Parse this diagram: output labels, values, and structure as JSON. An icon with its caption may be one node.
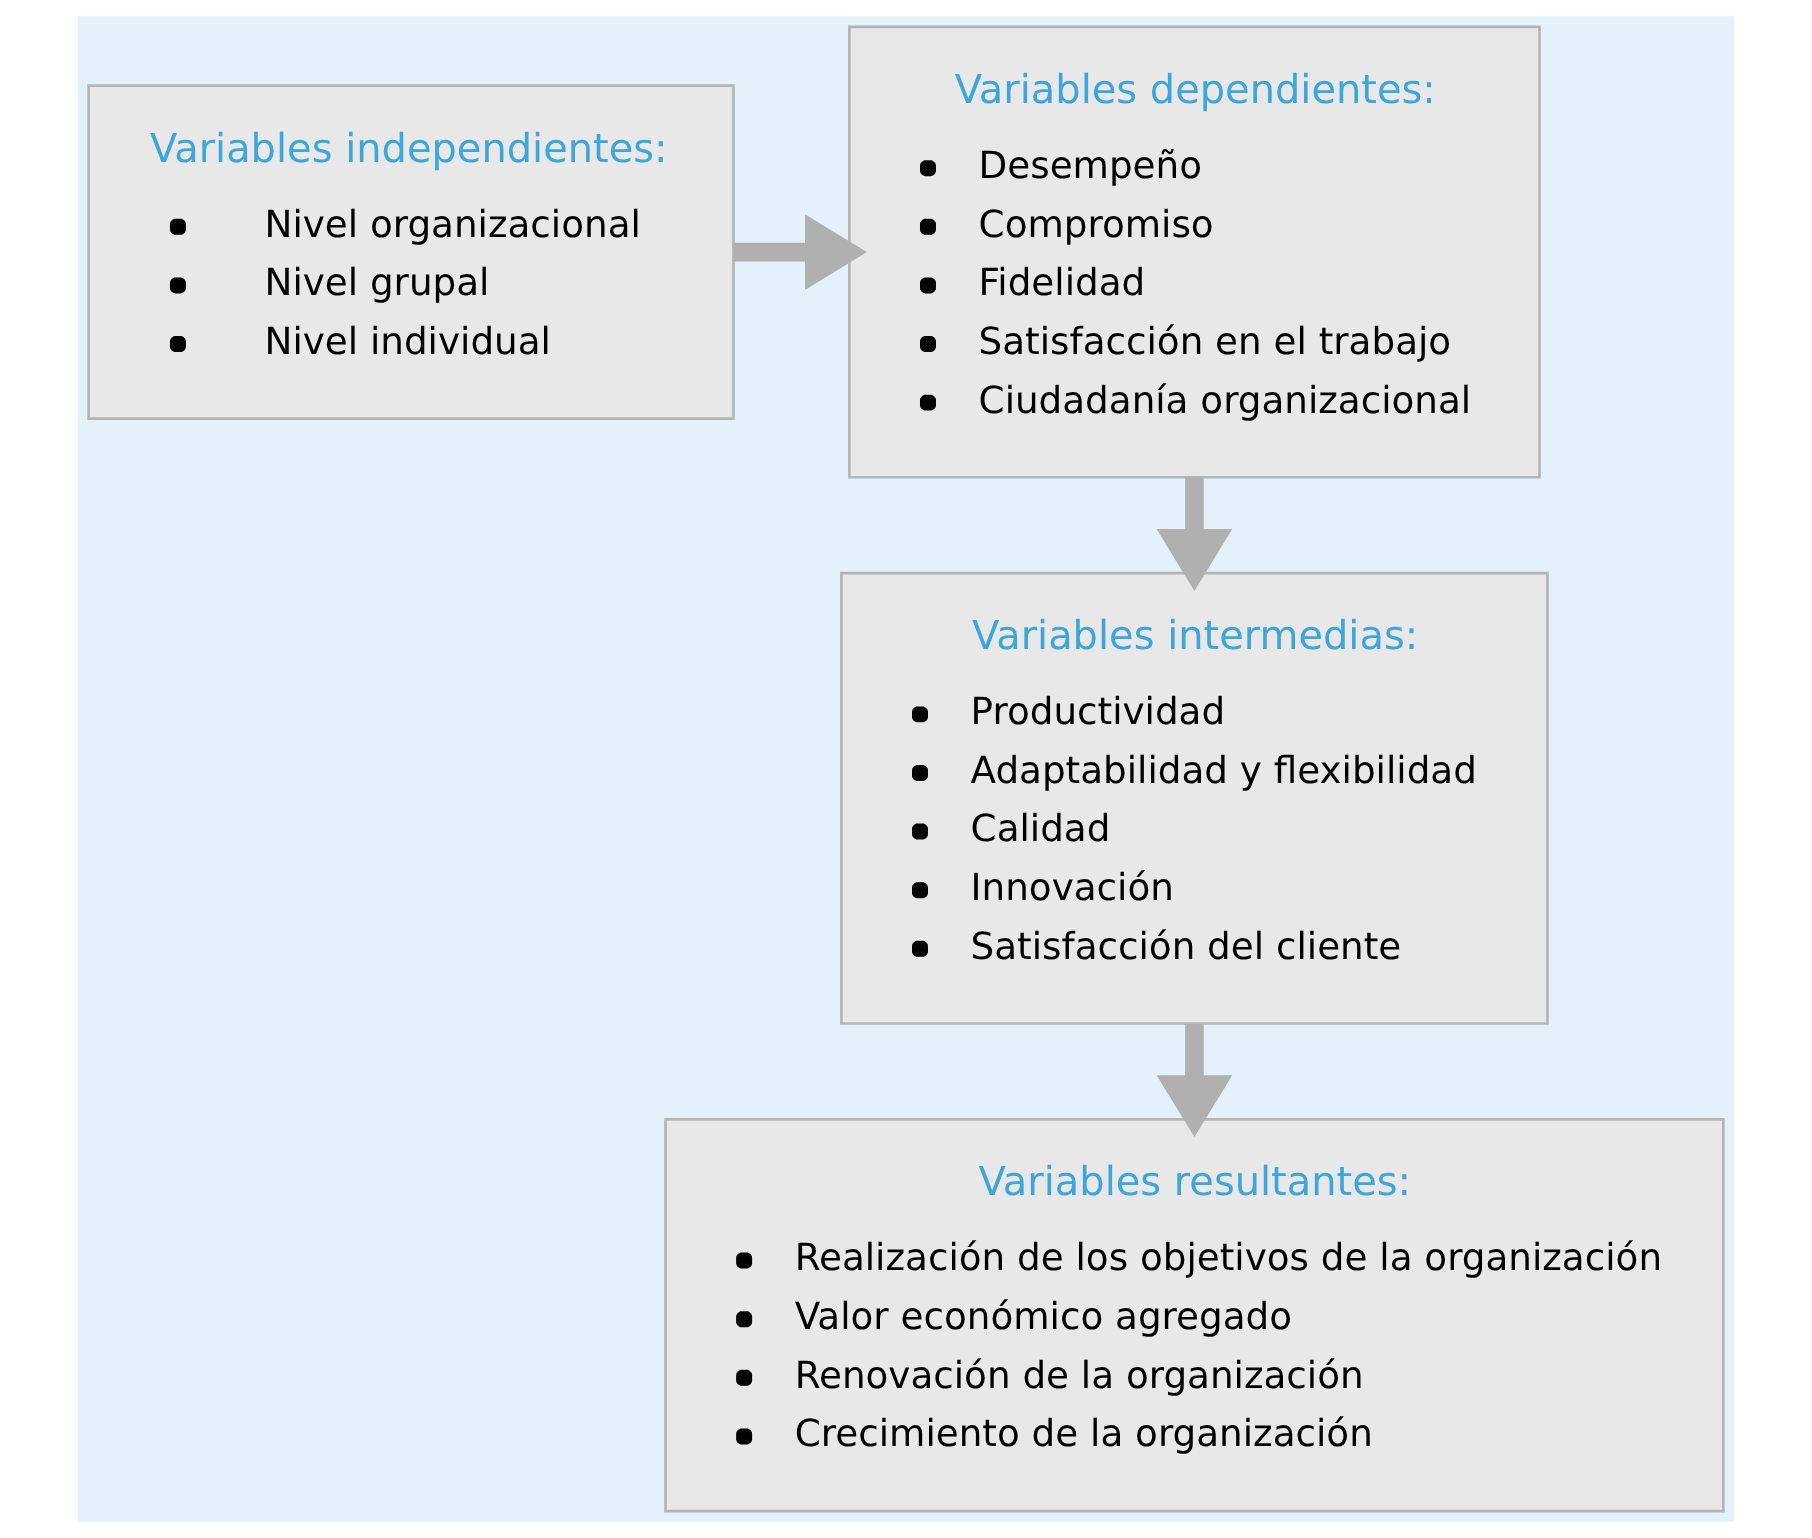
{
  "diagram": {
    "nodes": [
      {
        "text": [
          "Variables independientes:",
          "Nivel organizacional",
          "Nivel grupal",
          "Nivel individual"
        ]
      },
      {
        "text": [
          "Variables dependientes:",
          "Desempeño",
          "Compromiso",
          "Fidelidad",
          "Satisfacción en el trabajo",
          "Ciudadanía organizacional"
        ]
      },
      {
        "text": [
          "Variables intermedias:",
          "Productividad",
          "Adaptabilidad y flexibilidad",
          "Calidad",
          "Innovación",
          "Satisfacción del cliente"
        ]
      },
      {
        "text": [
          "Variables resultantes:",
          "Realización de los objetivos de la organización",
          "Valor económico agregado",
          "Renovación de la organización",
          "Crecimiento de la organización"
        ]
      }
    ],
    "edges": [
      {
        "from": 0,
        "to": 1,
        "arrow": "to"
      },
      {
        "from": 1,
        "to": 2,
        "arrow": "to"
      },
      {
        "from": 2,
        "to": 3,
        "arrow": "to"
      }
    ]
  }
}
